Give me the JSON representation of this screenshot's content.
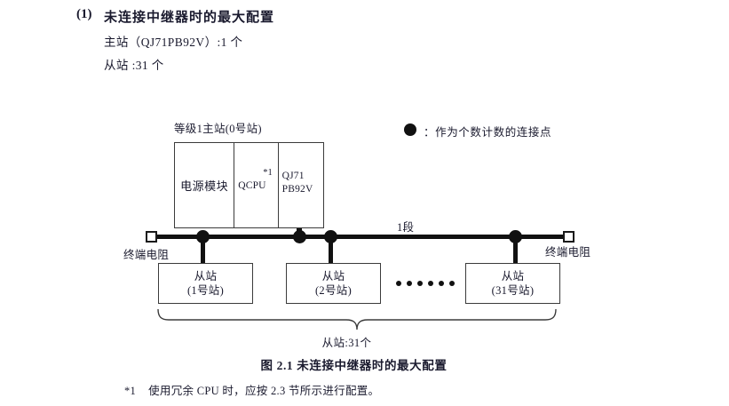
{
  "heading": {
    "number": "(1)",
    "title": "未连接中继器时的最大配置",
    "master_count_line": "主站（QJ71PB92V）:1 个",
    "slave_count_line": "从站 :31 个"
  },
  "legend": {
    "symbol": "filled-circle",
    "text": "：作为个数计数的连接点"
  },
  "diagram": {
    "rack_caption": "等级1主站(0号站)",
    "rack_cells": [
      {
        "name": "power-module",
        "label": "电源模块"
      },
      {
        "name": "cpu-module",
        "label": "QCPU",
        "footnote_mark": "*1"
      },
      {
        "name": "network-module",
        "label": "QJ71\nPB92V",
        "label_line1": "QJ71",
        "label_line2": "PB92V"
      }
    ],
    "segment_label": "1段",
    "terminator_left_label": "终端电阻",
    "terminator_right_label": "终端电阻",
    "slaves": [
      {
        "title": "从站",
        "station": "(1号站)"
      },
      {
        "title": "从站",
        "station": "(2号站)"
      },
      {
        "title": "从站",
        "station": "(31号站)"
      }
    ],
    "ellipsis_dot_count": 6,
    "node_count": 4,
    "brace_label": "从站:31个"
  },
  "figure_caption": "图 2.1  未连接中继器时的最大配置",
  "footnote": {
    "mark": "*1",
    "text": "使用冗余 CPU 时，应按 2.3 节所示进行配置。"
  },
  "colors": {
    "ink": "#1a1a2e",
    "line": "#111111",
    "box_border": "#3b3b3b",
    "background": "#ffffff"
  }
}
